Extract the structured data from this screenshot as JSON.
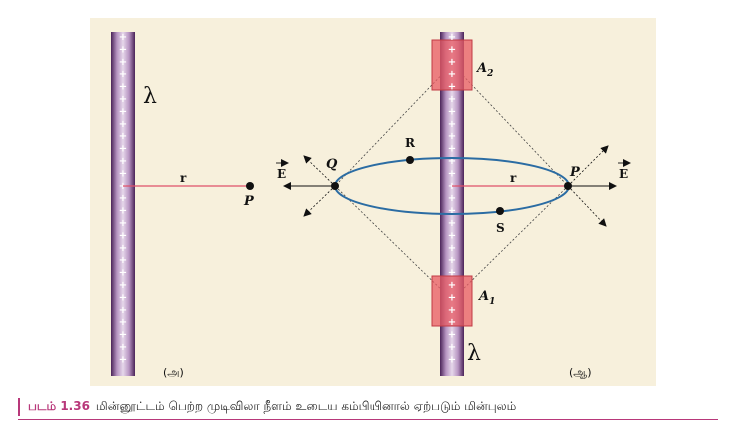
{
  "caption": {
    "prefix": "படம் 1.36",
    "text": "மின்னூட்டம் பெற்ற முடிவிலா நீளம் உடைய கம்பியினால் ஏற்படும் மின்புலம்"
  },
  "left_figure": {
    "wire_charge": "+",
    "lambda_label": "λ",
    "distance_label": "r",
    "point_label": "P",
    "panel_tag": "(அ)"
  },
  "right_figure": {
    "wire_charge": "+",
    "lambda_label": "λ",
    "area_top_label": "A",
    "area_top_sub": "2",
    "area_bottom_label": "A",
    "area_bottom_sub": "1",
    "point_q": "Q",
    "point_p": "P",
    "point_r": "R",
    "point_s": "S",
    "distance_label": "r",
    "field_label_left": "E",
    "field_label_right": "E",
    "panel_tag": "(ஆ)"
  },
  "colors": {
    "panel_bg": "#f7f0dc",
    "wire_light": "#c9aed0",
    "wire_dark": "#5a2d6a",
    "ellipse": "#2b6ca3",
    "radius_line": "#e0506a",
    "area_patch": "#e85a62",
    "caption_accent": "#b8387a"
  }
}
